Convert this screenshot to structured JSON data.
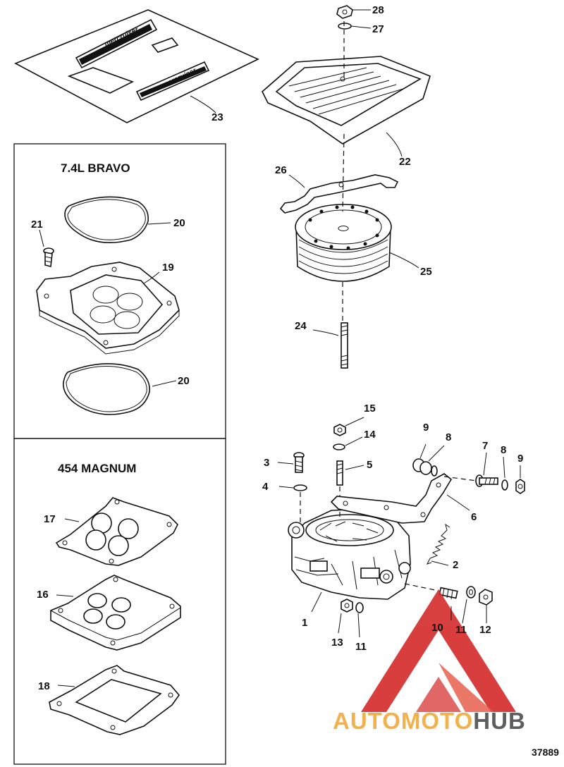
{
  "colors": {
    "line": "#111111",
    "watermark_red": "#d42a2a",
    "watermark_orange": "#f2a93b",
    "watermark_gray": "#4d4d4d"
  },
  "decal_text": [
    "mercruiser",
    "mercruiser"
  ],
  "boxes": [
    {
      "title": "7.4L BRAVO"
    },
    {
      "title": "454 MAGNUM"
    }
  ],
  "callouts": {
    "c1": "1",
    "c2": "2",
    "c3": "3",
    "c4": "4",
    "c5": "5",
    "c6": "6",
    "c7": "7",
    "c8a": "8",
    "c8b": "8",
    "c9a": "9",
    "c9b": "9",
    "c10": "10",
    "c11a": "11",
    "c11b": "11",
    "c12": "12",
    "c13": "13",
    "c14": "14",
    "c15": "15",
    "c16": "16",
    "c17": "17",
    "c18": "18",
    "c19": "19",
    "c20a": "20",
    "c20b": "20",
    "c21": "21",
    "c22": "22",
    "c23": "23",
    "c24": "24",
    "c25": "25",
    "c26": "26",
    "c27": "27",
    "c28": "28"
  },
  "drawing_number": "37889",
  "watermark": {
    "part1": "AUTOMOTO",
    "part2": "HUB"
  }
}
